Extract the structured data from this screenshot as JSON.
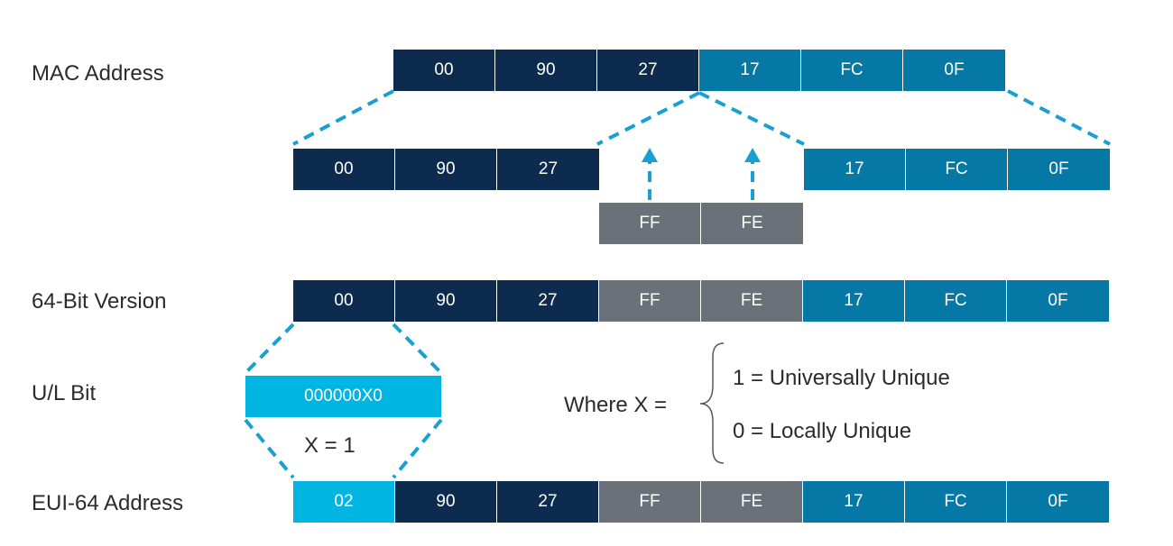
{
  "labels": {
    "mac": "MAC Address",
    "v64": "64-Bit Version",
    "ul": "U/L Bit",
    "eui": "EUI-64 Address"
  },
  "mac_row": [
    "00",
    "90",
    "27",
    "17",
    "FC",
    "0F"
  ],
  "split_left": [
    "00",
    "90",
    "27"
  ],
  "split_right": [
    "17",
    "FC",
    "0F"
  ],
  "insert": [
    "FF",
    "FE"
  ],
  "v64_row": [
    "00",
    "90",
    "27",
    "FF",
    "FE",
    "17",
    "FC",
    "0F"
  ],
  "ul_bit": {
    "binary": "000000X0",
    "x_value": "X = 1"
  },
  "where": {
    "prefix": "Where X =",
    "option1": "1 = Universally Unique",
    "option0": "0 = Locally Unique"
  },
  "eui_row": [
    "02",
    "90",
    "27",
    "FF",
    "FE",
    "17",
    "FC",
    "0F"
  ],
  "colors": {
    "navy": "#0d2a4f",
    "teal": "#0578a6",
    "gray": "#6b7179",
    "cyan": "#00b5e2",
    "dash": "#1a9fd4"
  }
}
